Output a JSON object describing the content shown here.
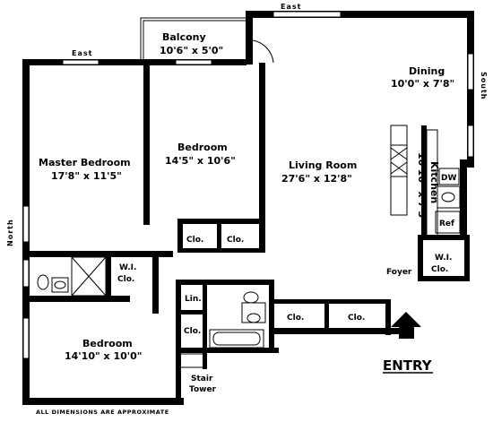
{
  "rooms": {
    "balcony": {
      "name": "Balcony",
      "dims": "10'6\" x 5'0\""
    },
    "master": {
      "name": "Master Bedroom",
      "dims": "17'8\" x 11'5\""
    },
    "bedroom1": {
      "name": "Bedroom",
      "dims": "14'5\" x 10'6\""
    },
    "living": {
      "name": "Living Room",
      "dims": "27'6\" x 12'8\""
    },
    "dining": {
      "name": "Dining",
      "dims": "10'0\" x 7'8\""
    },
    "kitchen": {
      "name": "Kitchen",
      "dims": "10'10\" x 7'3\""
    },
    "bedroom2": {
      "name": "Bedroom",
      "dims": "14'10\" x 10'0\""
    }
  },
  "labels": {
    "clo": "Clo.",
    "wi": "W.I.",
    "lin": "Lin.",
    "foyer": "Foyer",
    "stair": "Stair",
    "tower": "Tower",
    "dw": "DW",
    "ref": "Ref",
    "entry": "ENTRY",
    "footnote": "ALL DIMENSIONS ARE APPROXIMATE"
  },
  "directions": {
    "east": "East",
    "south": "South",
    "north": "North"
  }
}
